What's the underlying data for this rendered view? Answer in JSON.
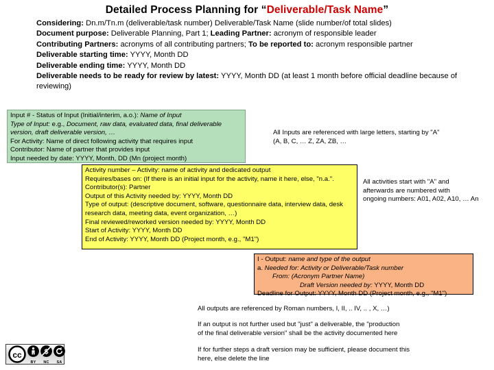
{
  "title": {
    "prefix": "Detailed Process Planning for “",
    "accent": "Deliverable/Task Name",
    "suffix": "”",
    "accent_color": "#cc0000"
  },
  "header": {
    "lines": [
      {
        "label": "Considering:",
        "value": " Dn.m/Tn.m (deliverable/task number) Deliverable/Task Name (slide number/of total slides)"
      },
      {
        "label": "Document purpose:",
        "value": " Deliverable Planning, Part 1;",
        "label2": " Leading Partner:",
        "value2": " acronym of responsible leader"
      },
      {
        "label": "Contributing Partners:",
        "value": " acronyms of all contributing partners;",
        "label2": " To be reported to:",
        "value2": " acronym responsible partner"
      },
      {
        "label": "Deliverable starting time:",
        "value": " YYYY, Month DD"
      },
      {
        "label": "Deliverable ending time:",
        "value": " YYYY, Month DD"
      },
      {
        "label": "Deliverable needs to be ready for review by latest:",
        "value": " YYYY, Month DD (at least 1 month before official deadline because of reviewing)"
      }
    ]
  },
  "input_box": {
    "color": "#b5debb",
    "line1_plain": "Input # - Status of Input (Initial/interim, a.o.): ",
    "line1_italic": "Name of Input",
    "line2_italic": "Type of Input:",
    "line2_plain": " e.g., ",
    "line2_italic2": "Document, raw data, evaluated data, final deliverable version, draft deliverable version, …",
    "line3": "For Activity: Name of direct following activity that requires input",
    "line4": "Contributor: Name of partner that provides input",
    "line5": "Input needed by date: YYYY, Month, DD (Mn (project month)"
  },
  "activity_box": {
    "color": "#ffff66",
    "lines": [
      "Activity number – Activity: name of activity and dedicated output",
      "Requires/bases on: (If there is an initial input for the activity, name it here, else, \"n.a.\".",
      "Contributor(s): Partner",
      "Output of this Activity needed by: YYYY, Month DD",
      "Type of output: (descriptive document, software, questionnaire data, interview data, desk research data, meeting data, event organization, …)",
      "Final reviewed/reworked version needed by: YYYY, Month DD",
      "Start of Activity: YYYY, Month DD",
      "End of Activity: YYYY, Month DD (Project month, e.g., \"M1\")"
    ]
  },
  "output_box": {
    "color": "#f9b384",
    "line1_plain": "I - Output: ",
    "line1_italic": "name and type of the output",
    "line2_plain": "a.   ",
    "line2_italic": "Needed for: Activity or Deliverable/Task number",
    "line3_italic": "From: (Acronym Partner Name)",
    "line4_italic": "Draft Version needed by:",
    "line4_plain": " YYYY, Month DD",
    "line5": "Deadline for Output: YYYY, Month DD (Project month, e.g., \"M1\")"
  },
  "notes": {
    "inputs": [
      "All Inputs are referenced with large letters, starting by \"A\"",
      "(A, B, C, … Z, ZA, ZB, …"
    ],
    "activities": [
      "All activities start with \"A\" and",
      "afterwards are numbered with",
      "ongoing numbers: A01, A02, A10, … An"
    ],
    "outputs": [
      "All outputs are referenced by Roman numbers, I, II, .. IV,  .. , X, …)"
    ],
    "deliverable": [
      "If an output is not further used but \"just\" a deliverable, the \"production",
      "of the final deliverable version\" shall be the activity documented here"
    ],
    "draft": [
      "If for further steps a draft version may be sufficient, please document this",
      "here, else delete the line"
    ]
  },
  "license": {
    "name": "cc-by-nc-sa-badge",
    "cc_text": "cc",
    "terms": [
      "BY",
      "NC",
      "SA"
    ]
  }
}
